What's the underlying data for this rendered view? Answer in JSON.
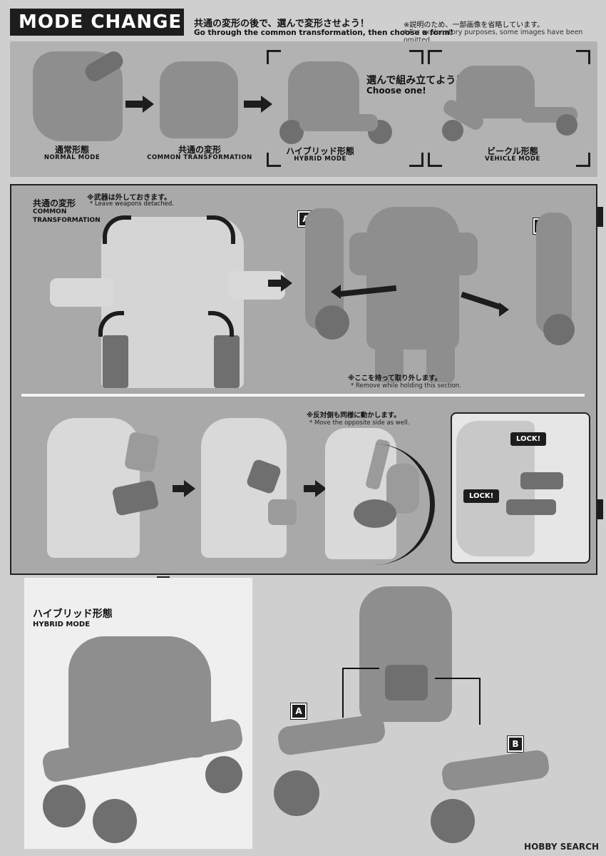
{
  "header": {
    "title": "MODE CHANGE",
    "subtitle_jp": "共通の変形の後で、選んで変形させよう！",
    "subtitle_en": "Go through the common transformation, then choose a form!",
    "note_jp": "※説明のため、一部画像を省略しています。",
    "note_en": "* For explanatory purposes, some images have been omitted."
  },
  "top_panel": {
    "choose_jp": "選んで組み立てよう！",
    "choose_en": "Choose one!",
    "modes": [
      {
        "jp": "通常形態",
        "en": "NORMAL MODE"
      },
      {
        "jp": "共通の変形",
        "en": "COMMON TRANSFORMATION"
      },
      {
        "jp": "ハイブリッド形態",
        "en": "HYBRID MODE"
      },
      {
        "jp": "ビークル形態",
        "en": "VEHICLE MODE"
      }
    ]
  },
  "common_section": {
    "heading_jp": "共通の変形",
    "heading_en": "COMMON TRANSFORMATION",
    "weapons_jp": "※武器は外しておきます。",
    "weapons_en": "* Leave weapons detached.",
    "tag_a": "A",
    "tag_b": "B",
    "remove_jp": "※ここを持って取り外します。",
    "remove_en": "* Remove while holding this section.",
    "opposite_jp": "※反対側も同様に動かします。",
    "opposite_en": "* Move the opposite side as well.",
    "lock1": "LOCK!",
    "lock2": "LOCK!"
  },
  "hybrid_section": {
    "heading_jp": "ハイブリッド形態",
    "heading_en": "HYBRID MODE",
    "tag_a": "A",
    "tag_b": "B"
  },
  "watermark": "HOBBY SEARCH"
}
